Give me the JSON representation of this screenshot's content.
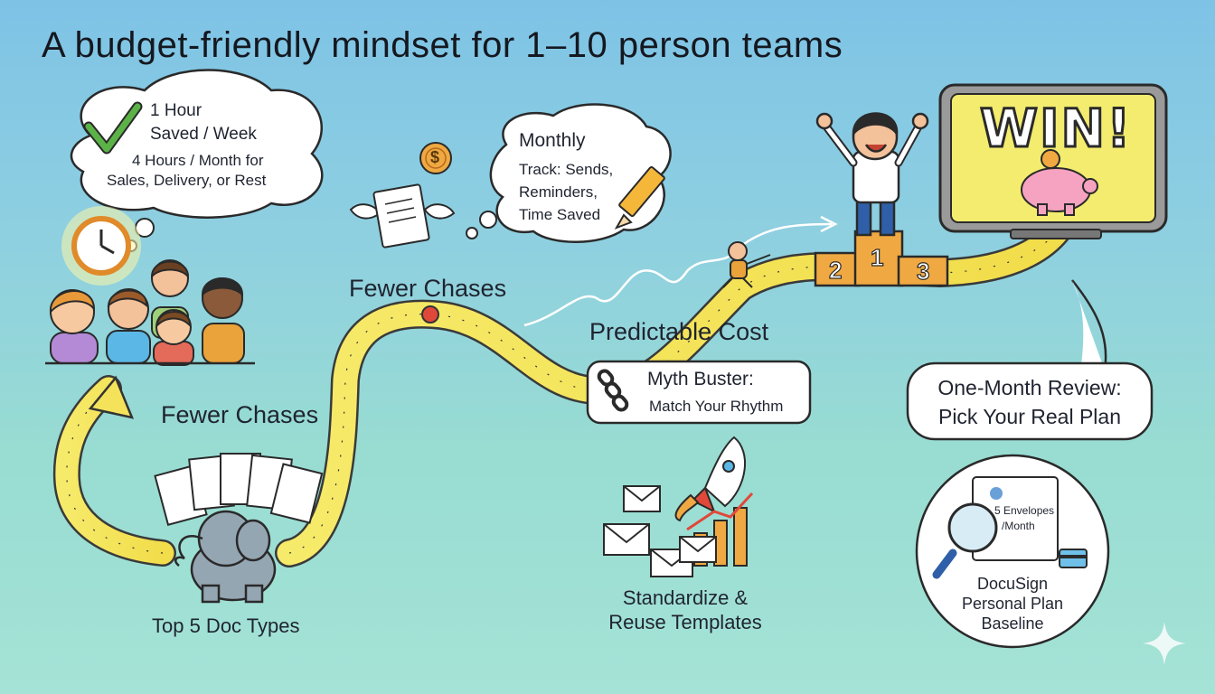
{
  "title": "A budget-friendly mindset for 1–10 person teams",
  "path_labels": {
    "fewer_chases_upper": "Fewer Chases",
    "fewer_chases_lower": "Fewer Chases",
    "predictable_cost": "Predictable Cost",
    "top_doc_types": "Top 5 Doc Types",
    "standardize": [
      "Standardize &",
      "Reuse Templates"
    ]
  },
  "time_bubble": {
    "line1": "1 Hour",
    "line2": "Saved / Week",
    "line3": "4 Hours / Month for",
    "line4": "Sales, Delivery, or Rest"
  },
  "monthly_bubble": {
    "line1": "Monthly",
    "line2": "Track: Sends,",
    "line3": "Reminders,",
    "line4": "Time Saved"
  },
  "myth_buster": {
    "line1": "Myth Buster:",
    "line2": "Match Your Rhythm"
  },
  "review": {
    "line1": "One-Month Review:",
    "line2": "Pick Your Real Plan"
  },
  "baseline": {
    "doc_line1": "5 Envelopes",
    "doc_line2": "/Month",
    "line1": "DocuSign",
    "line2": "Personal Plan",
    "line3": "Baseline"
  },
  "win_sign": "WIN!",
  "podium": [
    "2",
    "1",
    "3"
  ],
  "coin_symbol": "$",
  "icons": [
    "checkmark-icon",
    "clock-icon",
    "coin-icon",
    "pencil-icon",
    "chain-icon",
    "rocket-icon",
    "magnifier-icon",
    "piggy-bank-icon",
    "envelope-icon",
    "bar-chart-icon",
    "elephant-icon",
    "sparkle-icon"
  ],
  "colors": {
    "road": "#f4e35a",
    "win_screen": "#f3ec6e",
    "podium": "#f0a942",
    "check": "#5bb347",
    "marker": "#e0483a"
  }
}
